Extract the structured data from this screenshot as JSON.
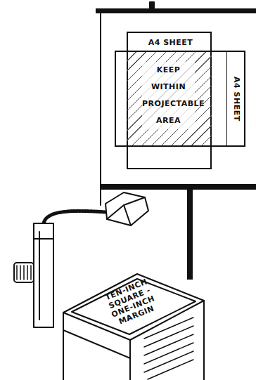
{
  "diagram": {
    "nodes": [
      {
        "text": [
          "A4 SHEET"
        ]
      },
      {
        "text": [
          "A4 SHEET"
        ]
      },
      {
        "text": [
          "KEEP WITHIN PROJECTABLE AREA"
        ],
        "in": 0
      },
      {
        "text": [
          "TEN-INCH SQUARE - ONE-INCH MARGIN"
        ]
      }
    ]
  }
}
